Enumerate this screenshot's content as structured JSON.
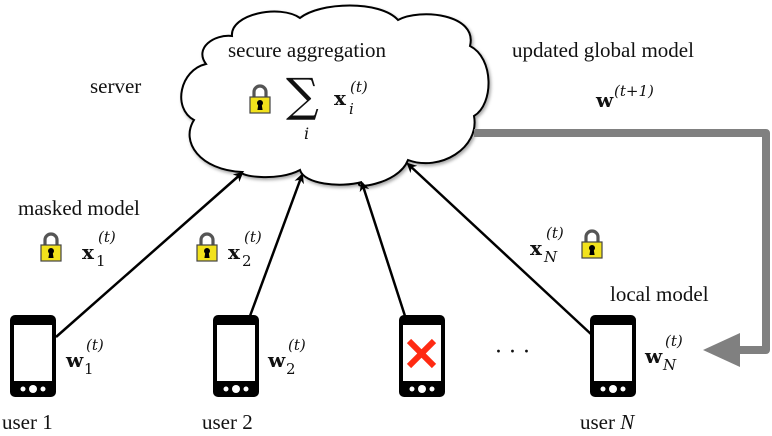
{
  "diagram": {
    "title": "Federated learning with secure aggregation",
    "server_label": "server",
    "cloud": {
      "title": "secure aggregation",
      "sum_symbol": "∑",
      "sum_index": "i",
      "aggregate_var": "x",
      "aggregate_sub": "i",
      "aggregate_sup": "(t)",
      "lock": true
    },
    "global_model": {
      "label": "updated global model",
      "var": "w",
      "sup": "(t+1)"
    },
    "masked_model_label": "masked model",
    "local_model_label": "local model",
    "ellipsis": "· · ·",
    "masked": [
      {
        "var": "x",
        "sub": "1",
        "sup": "(t)"
      },
      {
        "var": "x",
        "sub": "2",
        "sup": "(t)"
      },
      {
        "var": "x",
        "sub": "N",
        "sup": "(t)"
      }
    ],
    "users": [
      {
        "label": "user 1",
        "model_var": "w",
        "model_sub": "1",
        "model_sup": "(t)",
        "dropped": false
      },
      {
        "label": "user 2",
        "model_var": "w",
        "model_sub": "2",
        "model_sup": "(t)",
        "dropped": false
      },
      {
        "label": "",
        "model_var": "",
        "model_sub": "",
        "model_sup": "",
        "dropped": true
      },
      {
        "label_prefix": "user ",
        "label_var": "N",
        "model_var": "w",
        "model_sub": "N",
        "model_sup": "(t)",
        "dropped": false
      }
    ],
    "colors": {
      "lock_body": "#f2e21c",
      "lock_shackle": "#555555",
      "dropout_x": "#ff2a12",
      "feedback_arrow": "#808080",
      "arrow": "#000000"
    }
  }
}
